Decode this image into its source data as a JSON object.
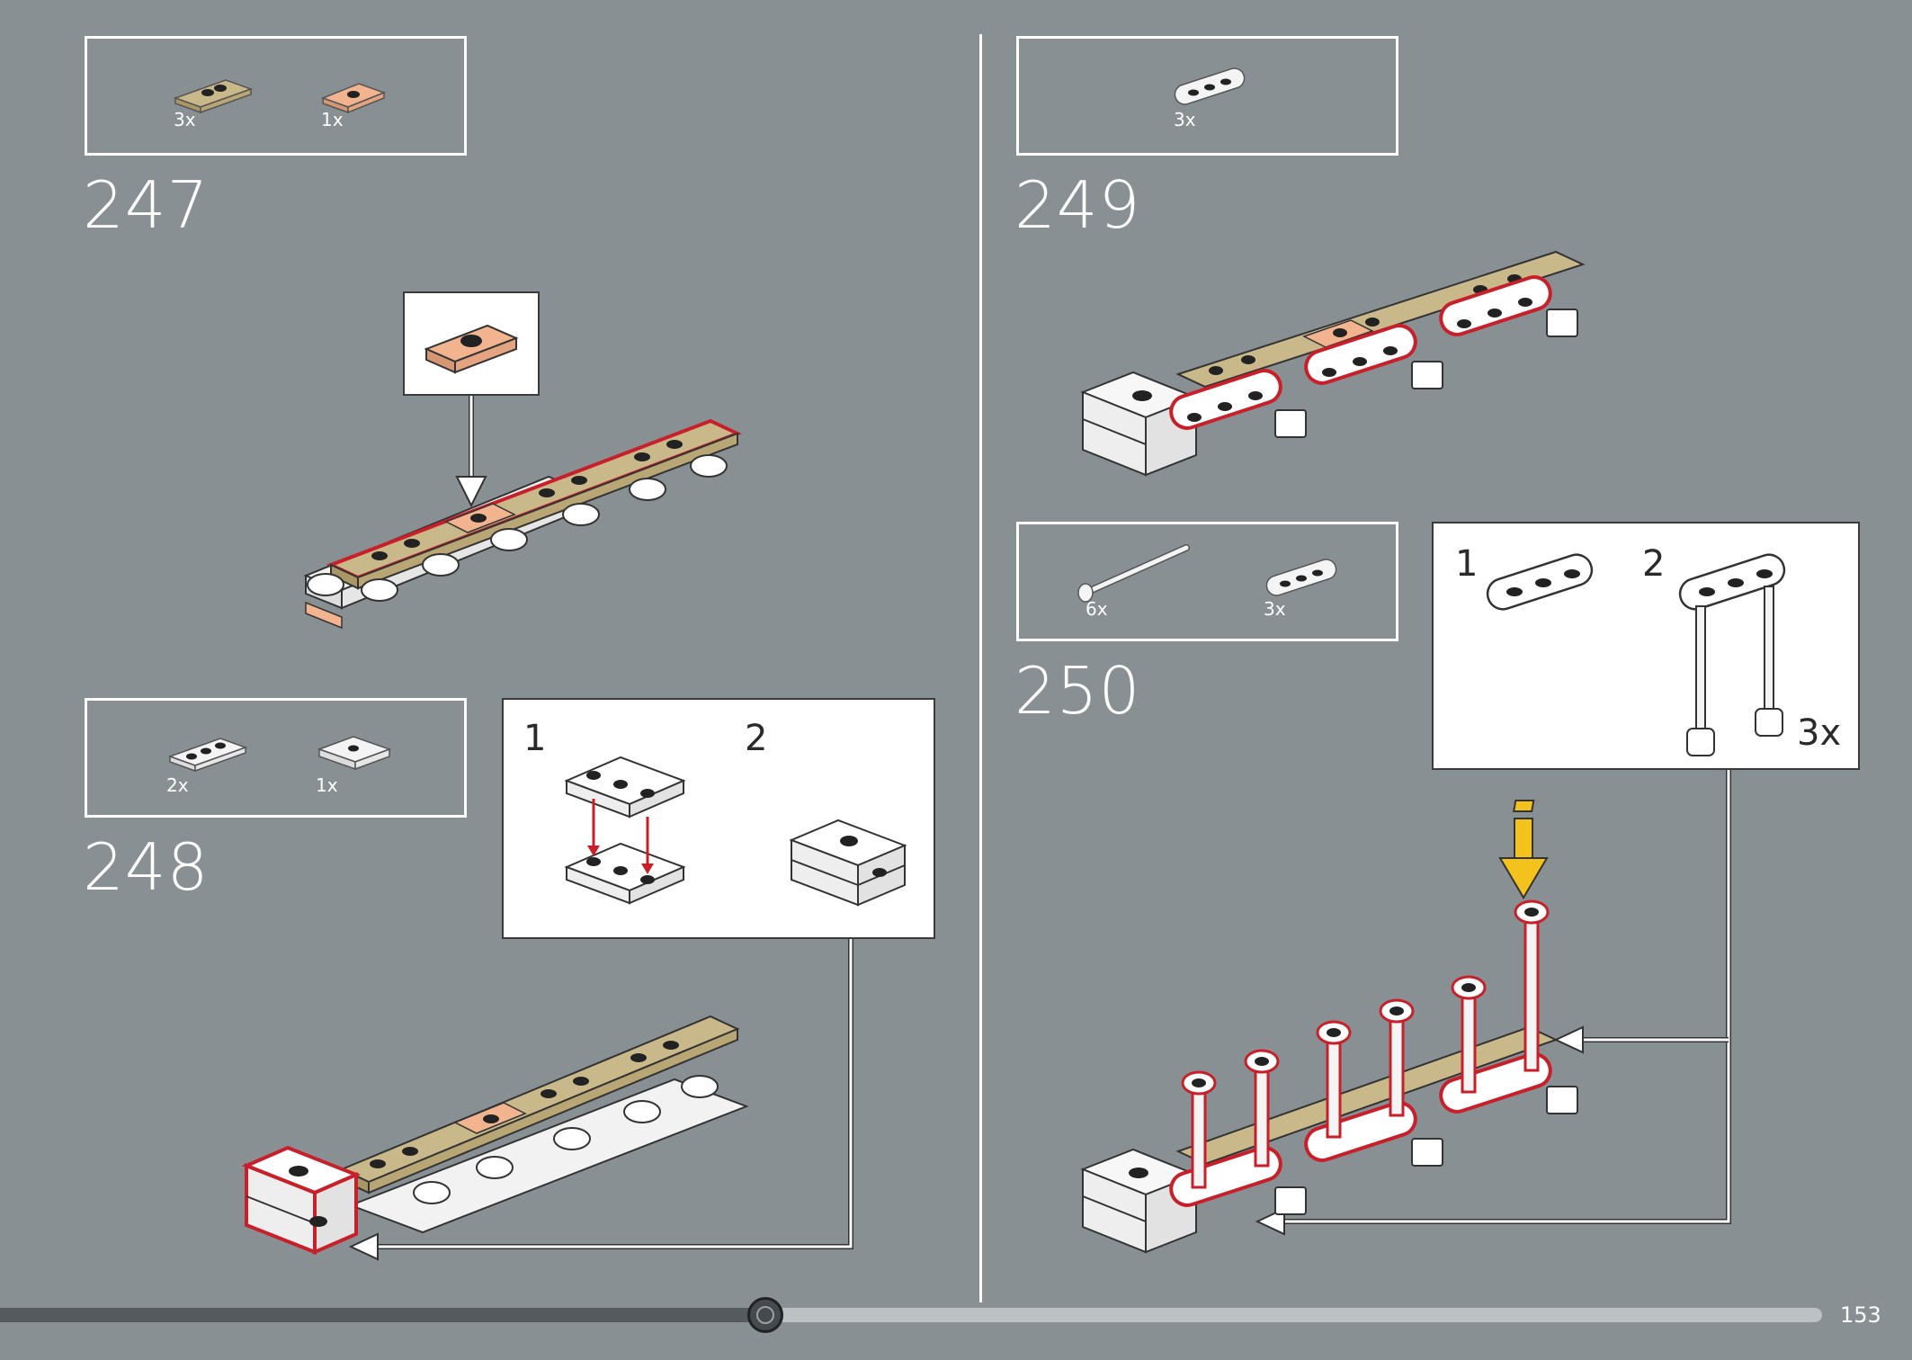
{
  "page_number": "153",
  "progress_percent": 42,
  "steps": [
    {
      "number": "247",
      "parts": [
        {
          "name": "tan 1x3 jumper plate",
          "qty": "3x"
        },
        {
          "name": "nougat 1x2 jumper plate",
          "qty": "1x"
        }
      ]
    },
    {
      "number": "248",
      "parts": [
        {
          "name": "white 1x3 plate",
          "qty": "2x"
        },
        {
          "name": "white 2x2 jumper plate",
          "qty": "1x"
        }
      ],
      "callout": {
        "sub_steps": [
          "1",
          "2"
        ]
      }
    },
    {
      "number": "249",
      "parts": [
        {
          "name": "white 1x3 rounded plate",
          "qty": "3x"
        }
      ]
    },
    {
      "number": "250",
      "parts": [
        {
          "name": "white bar",
          "qty": "6x"
        },
        {
          "name": "white 1x3 rounded plate",
          "qty": "3x"
        }
      ],
      "callout": {
        "sub_steps": [
          "1",
          "2"
        ],
        "multiplier": "3x"
      }
    }
  ],
  "colors": {
    "background": "#899093",
    "tan": "#c9b98a",
    "nougat": "#f2b38f",
    "highlight": "#c8202a",
    "arrow_yellow": "#f4c21c"
  },
  "icons": [
    "arrow-down-icon",
    "info-arrow-icon"
  ]
}
